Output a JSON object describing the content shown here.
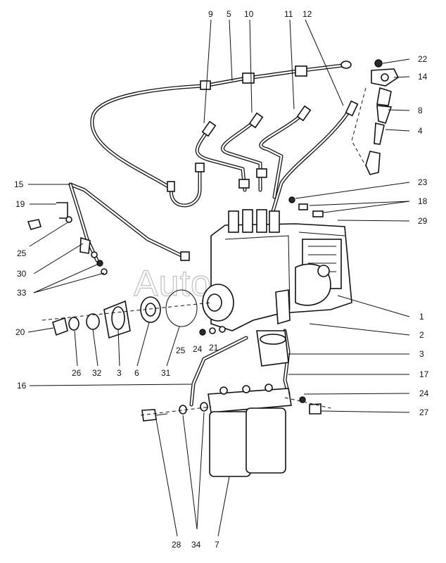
{
  "watermark": "AutoSoft",
  "labels": {
    "l9": "9",
    "l5": "5",
    "l10": "10",
    "l11": "11",
    "l12": "12",
    "l22": "22",
    "l14": "14",
    "l8": "8",
    "l4": "4",
    "l23": "23",
    "l18": "18",
    "l29": "29",
    "l15": "15",
    "l19": "19",
    "l25a": "25",
    "l30": "30",
    "l33": "33",
    "l1": "1",
    "l2": "2",
    "l3a": "3",
    "l17": "17",
    "l24a": "24",
    "l27": "27",
    "l20": "20",
    "l26": "26",
    "l32": "32",
    "l3b": "3",
    "l6": "6",
    "l31": "31",
    "l25b": "25",
    "l24b": "24",
    "l21": "21",
    "l16": "16",
    "l28": "28",
    "l34": "34",
    "l7": "7"
  }
}
